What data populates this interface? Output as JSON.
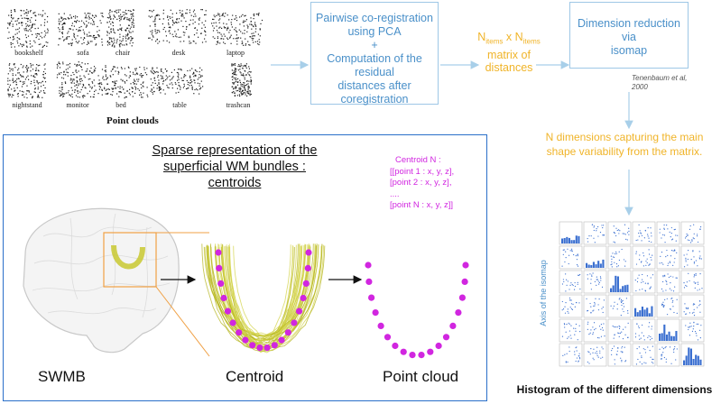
{
  "point_clouds": {
    "labels": [
      "bookshelf",
      "sofa",
      "chair",
      "desk",
      "laptop",
      "nightstand",
      "monitor",
      "bed",
      "table",
      "trashcan"
    ],
    "title": "Point clouds"
  },
  "pca_box": {
    "line1": "Pairwise co-registration",
    "line2": "using PCA",
    "plus": "+",
    "line3": "Computation of the residual",
    "line4": "distances after",
    "line5": "coregistration"
  },
  "matrix_label": {
    "n1": "N",
    "sub1": "items",
    "x": " x N",
    "sub2": "items",
    "line2": "matrix of",
    "line3": "distances"
  },
  "isomap_box": {
    "line1": "Dimension reduction via",
    "line2": "isomap"
  },
  "citation": {
    "line1": "Tenenbaum et al,",
    "line2": "2000"
  },
  "n_dimensions": {
    "line1": "N dimensions capturing the main",
    "line2": "shape variability from the matrix."
  },
  "histogram": {
    "axis_label": "Axis of the isomap",
    "caption": "Histogram of the different dimensions"
  },
  "sparse": {
    "title_line1": "Sparse representation of the",
    "title_line2": "superficial WM bundles : centroids"
  },
  "centroid_text": {
    "line1": "Centroid N :",
    "line2": "[[point 1 : x, y, z],",
    "line3": "[point 2 : x, y, z],",
    "line4": "....",
    "line5": "[point N : x, y, z]]"
  },
  "stages": {
    "swmb": "SWMB",
    "centroid": "Centroid",
    "point_cloud": "Point cloud"
  },
  "colors": {
    "blue": "#4a90c9",
    "gold": "#f0b429",
    "magenta": "#d126e0",
    "frame": "#2a6fc9"
  }
}
